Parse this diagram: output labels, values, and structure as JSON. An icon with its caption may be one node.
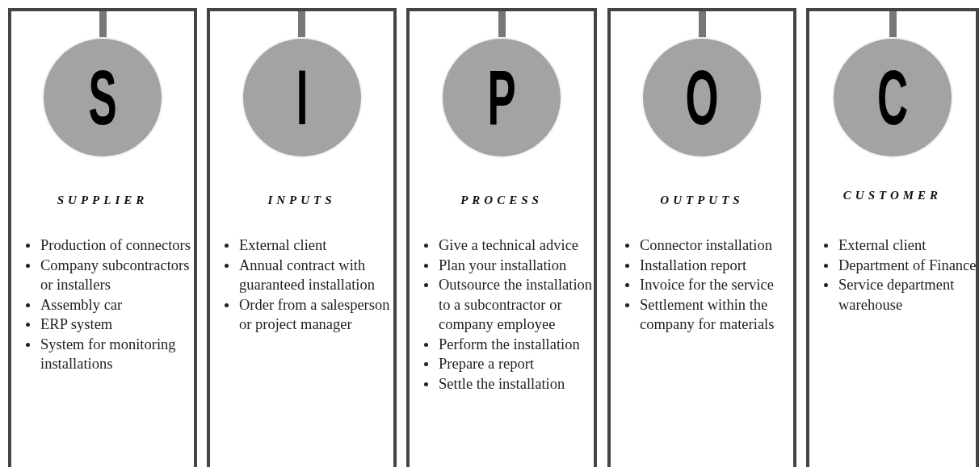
{
  "diagram": {
    "nodes": [
      {
        "text": [
          "SUPPLIER",
          "Production of connectors",
          "Company subcontractors or installers",
          "Assembly car",
          "ERP system",
          "System for monitoring installations"
        ]
      },
      {
        "text": [
          "S"
        ],
        "in": 0
      },
      {
        "text": [
          "INPUTS",
          "External client",
          "Annual contract with guaranteed installation",
          "Order from a salesperson or project manager"
        ]
      },
      {
        "text": [
          "I"
        ],
        "in": 2
      },
      {
        "text": [
          "PROCESS",
          "Give a technical advice",
          "Plan your installation",
          "Outsource the installation to a subcontractor or company employee",
          "Perform the installation",
          "Prepare a report",
          "Settle the installation"
        ]
      },
      {
        "text": [
          "P"
        ],
        "in": 4
      },
      {
        "text": [
          "OUTPUTS",
          "Connector installation",
          "Installation report",
          "Invoice for the service",
          "Settlement within the company for materials"
        ]
      },
      {
        "text": [
          "O"
        ],
        "in": 6
      },
      {
        "text": [
          "CUSTOMER",
          "External client",
          "Department of Finance",
          "Service department warehouse"
        ]
      },
      {
        "text": [
          "C"
        ],
        "in": 8
      }
    ]
  }
}
